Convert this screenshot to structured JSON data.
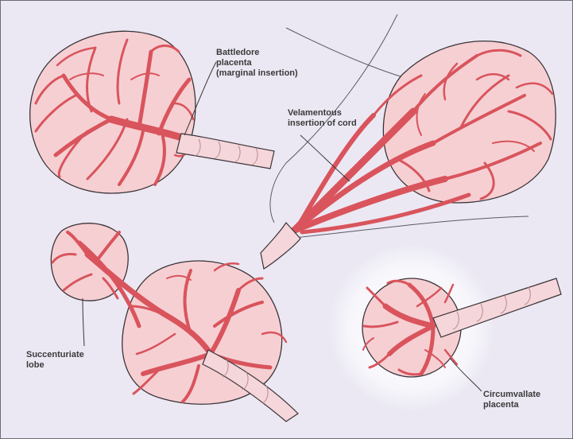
{
  "labels": {
    "battledore": "Battledore\nplacenta\n(marginal insertion)",
    "velamentous": "Velamentous\ninsertion of cord",
    "succenturiate": "Succenturiate\nlobe",
    "circumvallate": "Circumvallate\nplacenta"
  },
  "colors": {
    "background": "#ebe8f3",
    "placenta_fill": "#f6cfd3",
    "vessels": "#d9545c",
    "cord": "#f5d6da",
    "outline": "#3a3438",
    "halo": "#f7f6fb"
  }
}
